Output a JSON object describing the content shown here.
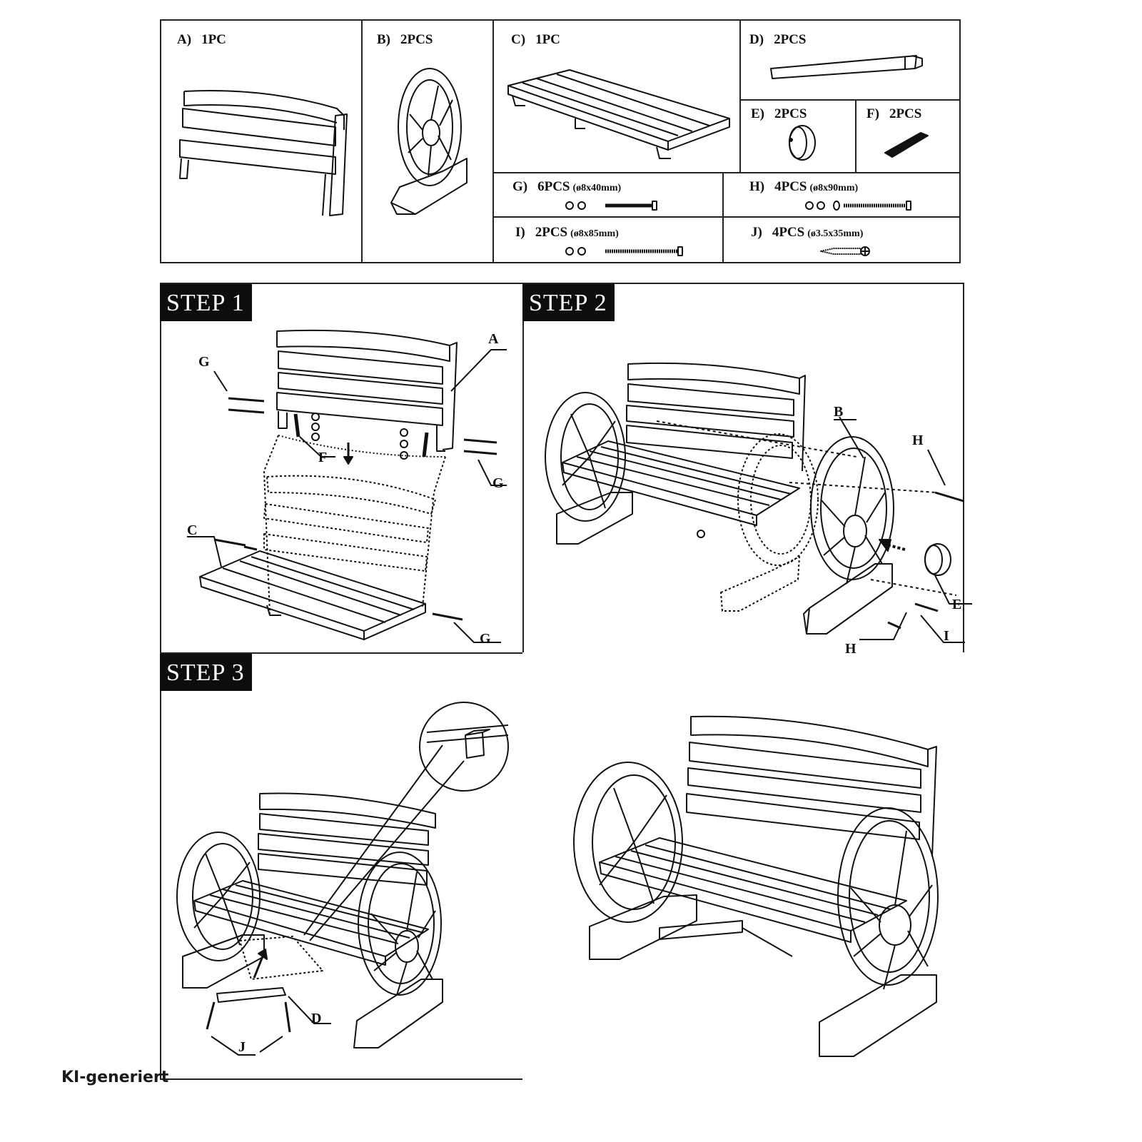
{
  "parts": [
    {
      "letter": "A)",
      "qty": "1PC",
      "spec": "",
      "icon": "backrest-icon"
    },
    {
      "letter": "B)",
      "qty": "2PCS",
      "spec": "",
      "icon": "wheel-armrest-icon"
    },
    {
      "letter": "C)",
      "qty": "1PC",
      "spec": "",
      "icon": "seat-icon"
    },
    {
      "letter": "D)",
      "qty": "2PCS",
      "spec": "",
      "icon": "support-bar-icon"
    },
    {
      "letter": "E)",
      "qty": "2PCS",
      "spec": "",
      "icon": "hub-cap-icon"
    },
    {
      "letter": "F)",
      "qty": "2PCS",
      "spec": "",
      "icon": "metal-plate-icon"
    },
    {
      "letter": "G)",
      "qty": "6PCS",
      "spec": "(ø8x40mm)",
      "icon": "bolt-short-icon"
    },
    {
      "letter": "H)",
      "qty": "4PCS",
      "spec": "(ø8x90mm)",
      "icon": "bolt-long-icon"
    },
    {
      "letter": "I)",
      "qty": "2PCS",
      "spec": "(ø8x85mm)",
      "icon": "bolt-long-icon"
    },
    {
      "letter": "J)",
      "qty": "4PCS",
      "spec": "(ø3.5x35mm)",
      "icon": "wood-screw-icon"
    }
  ],
  "steps": [
    {
      "title": "STEP 1",
      "callouts": [
        "A",
        "G",
        "G",
        "F",
        "G",
        "C"
      ]
    },
    {
      "title": "STEP 2",
      "callouts": [
        "B",
        "H",
        "E",
        "I",
        "H"
      ]
    },
    {
      "title": "STEP 3",
      "callouts": [
        "D",
        "J"
      ]
    }
  ],
  "watermark": "KI-generiert",
  "line_color": "#111111"
}
